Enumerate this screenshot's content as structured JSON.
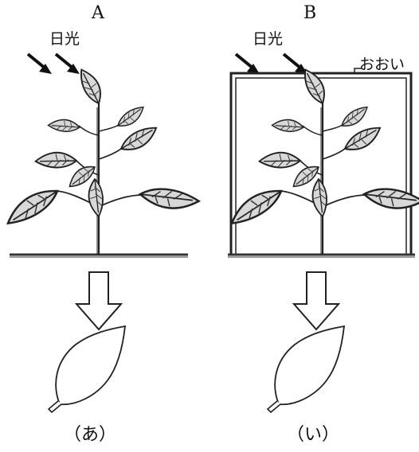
{
  "panels": [
    {
      "id": "A",
      "heading": "A",
      "sunlight_label": "日光",
      "result_label": "（あ）"
    },
    {
      "id": "B",
      "heading": "B",
      "sunlight_label": "日光",
      "cover_label": "おおい",
      "result_label": "（い）"
    }
  ],
  "icons": {
    "sun_arrow": "arrow-down-right-icon",
    "process_arrow": "hollow-down-arrow-icon",
    "leaf_result": "leaf-outline-icon",
    "plant": "plant-icon"
  }
}
